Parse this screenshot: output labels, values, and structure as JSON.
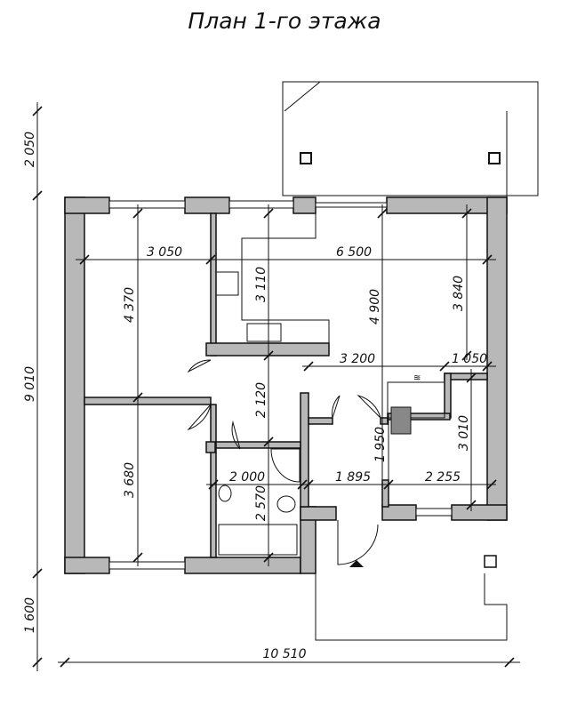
{
  "title": "План 1-го этажа",
  "dimensions": {
    "overall_width": "10 510",
    "overall_height": "9 010",
    "top_porch_depth": "2 050",
    "bottom_porch_depth": "1 600",
    "bedroom1_width": "3 050",
    "living_width": "6 500",
    "bedroom1_depth": "4 370",
    "kitchen_depth": "3 110",
    "living_depth": "4 900",
    "right_depth": "3 840",
    "hall_width": "3 200",
    "boiler_width": "1 050",
    "corridor_depth": "2 120",
    "hall_depth": "1 950",
    "boiler_depth": "3 010",
    "bedroom2_depth": "3 680",
    "bath_width": "2 000",
    "entry_width": "1 895",
    "right_room_width": "2 255",
    "bath_depth": "2 570"
  }
}
